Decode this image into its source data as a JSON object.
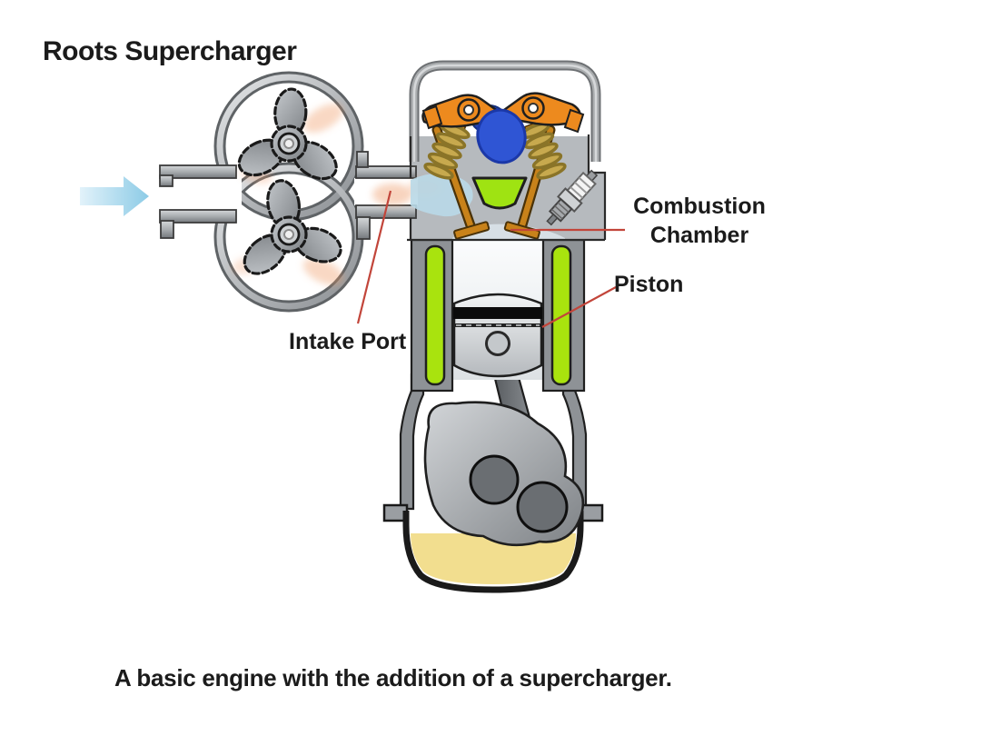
{
  "title": "Roots Supercharger",
  "caption": "A basic engine with the addition of a supercharger.",
  "labels": {
    "combustion_chamber": "Combustion\nChamber",
    "piston": "Piston",
    "intake_port": "Intake Port"
  },
  "colors": {
    "leader_red": "#C2453A",
    "coolant_green": "#A9E30E",
    "port_green": "#9FE312",
    "oil_yellow": "#F2DE8F",
    "rocker_orange": "#ED8A1E",
    "valve_orange": "#C8821A",
    "spring_olive": "#8A7428",
    "cam_blue": "#2F55D4",
    "air_blue": "#9AD4EC",
    "engine_gray": "#9A9EA2",
    "text": "#1B1B1B"
  },
  "icons": {
    "airflow_arrow": "right-arrow"
  }
}
